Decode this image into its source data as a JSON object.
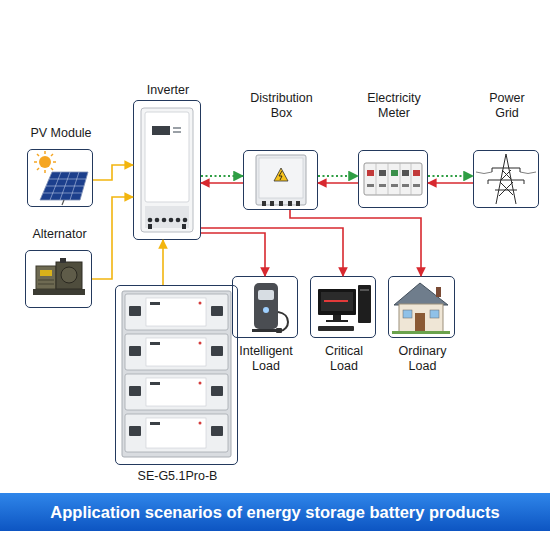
{
  "diagram": {
    "caption": "Application scenarios of energy storage battery products",
    "nodes": [
      {
        "text": [
          "PV Module"
        ]
      },
      {
        "text": [
          "Inverter"
        ]
      },
      {
        "text": [
          "Distribution Box"
        ]
      },
      {
        "text": [
          "Electricity Meter"
        ]
      },
      {
        "text": [
          "Power Grid"
        ]
      },
      {
        "text": [
          "Alternator"
        ]
      },
      {
        "text": [
          "Intelligent Load"
        ]
      },
      {
        "text": [
          "Critical Load"
        ]
      },
      {
        "text": [
          "Ordinary Load"
        ]
      },
      {
        "text": [
          "SE-G5.1Pro-B"
        ]
      }
    ],
    "edges": [
      {
        "from": 0,
        "to": 1,
        "arrow": "to"
      },
      {
        "from": 5,
        "to": 1,
        "arrow": "to"
      },
      {
        "from": 9,
        "to": 1,
        "arrow": "to"
      },
      {
        "from": 1,
        "to": 2,
        "arrow": "to"
      },
      {
        "from": 2,
        "to": 1,
        "arrow": "to"
      },
      {
        "from": 2,
        "to": 3,
        "arrow": "to"
      },
      {
        "from": 3,
        "to": 2,
        "arrow": "to"
      },
      {
        "from": 3,
        "to": 4,
        "arrow": "to"
      },
      {
        "from": 4,
        "to": 3,
        "arrow": "to"
      },
      {
        "from": 1,
        "to": 6,
        "arrow": "to"
      },
      {
        "from": 1,
        "to": 7,
        "arrow": "to"
      },
      {
        "from": 2,
        "to": 8,
        "arrow": "to"
      }
    ]
  }
}
